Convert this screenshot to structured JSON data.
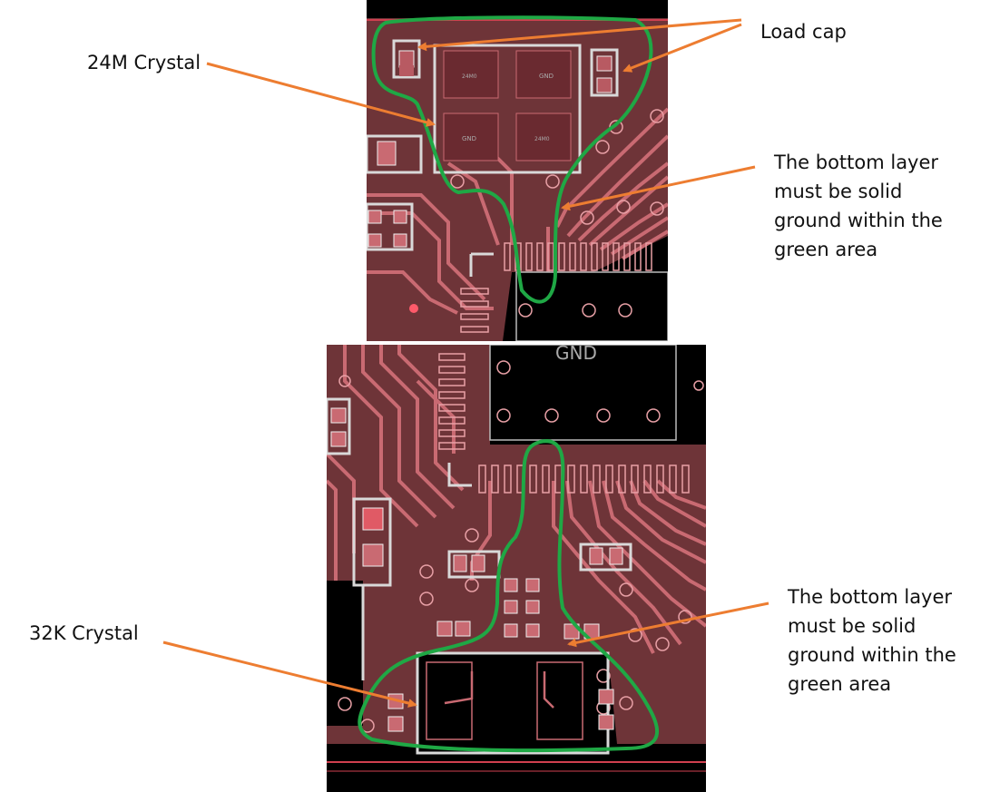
{
  "labels": {
    "crystal_24m": "24M Crystal",
    "load_cap": "Load cap",
    "crystal_32k": "32K Crystal"
  },
  "notes": {
    "top": [
      "The bottom layer",
      "must be solid",
      "ground within the",
      "green area"
    ],
    "bottom": [
      "The bottom layer",
      "must be solid",
      "ground within the",
      "green area"
    ]
  },
  "board_text": {
    "top_pad_gnd_1": "GND",
    "top_pad_gnd_2": "GND",
    "top_pad_net_1": "24M0",
    "top_pad_net_2": "24M0",
    "bottom_gnd": "GND"
  },
  "colors": {
    "arrow": "#ed7d31",
    "outline": "#1fa845",
    "copper": "#7a3a3e",
    "trace": "#c96a72",
    "silk": "#d9d9d9"
  }
}
